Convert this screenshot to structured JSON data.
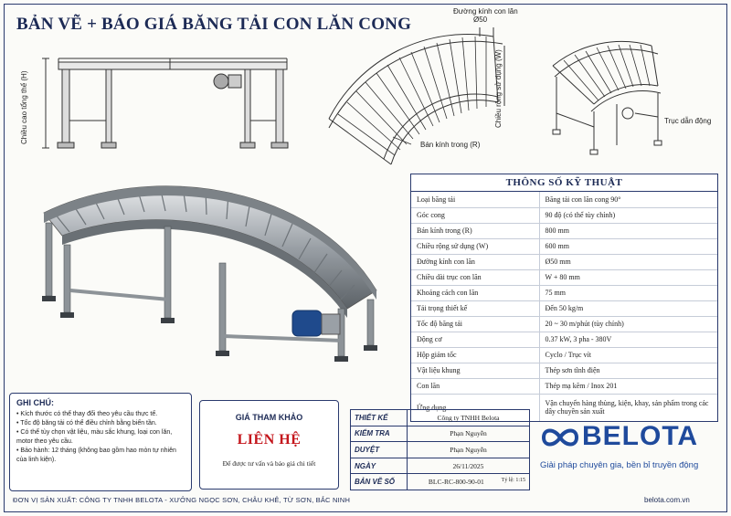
{
  "title": "BẢN VẼ + BÁO GIÁ BĂNG TẢI CON LĂN CONG",
  "drawing_labels": {
    "total_height": "Chiều cao tổng thể (H)",
    "roller_diameter": "Đường kính con lăn",
    "roller_diameter_value": "Ø50",
    "usable_width": "Chiều rộng sử dụng (W)",
    "inner_radius": "Bán kính trong (R)",
    "drive_shaft": "Trục dẫn động"
  },
  "spec": {
    "title": "THÔNG SỐ KỸ THUẬT",
    "rows": [
      {
        "key": "Loại băng tải",
        "value": "Băng tải con lăn cong 90°"
      },
      {
        "key": "Góc cong",
        "value": "90 độ (có thể tùy chỉnh)"
      },
      {
        "key": "Bán kính trong (R)",
        "value": "800 mm"
      },
      {
        "key": "Chiều rộng sử dụng (W)",
        "value": "600 mm"
      },
      {
        "key": "Đường kính con lăn",
        "value": "Ø50 mm"
      },
      {
        "key": "Chiều dài trục con lăn",
        "value": "W + 80 mm"
      },
      {
        "key": "Khoảng cách con lăn",
        "value": "75 mm"
      },
      {
        "key": "Tải trọng thiết kế",
        "value": "Đến 50 kg/m"
      },
      {
        "key": "Tốc độ băng tải",
        "value": "20 ~ 30 m/phút (tùy chỉnh)"
      },
      {
        "key": "Động cơ",
        "value": "0.37 kW, 3 pha - 380V"
      },
      {
        "key": "Hộp giảm tốc",
        "value": "Cyclo / Trục vít"
      },
      {
        "key": "Vật liệu khung",
        "value": "Thép sơn tĩnh điện"
      },
      {
        "key": "Con lăn",
        "value": "Thép mạ kẽm / Inox 201"
      },
      {
        "key": "Ứng dụng",
        "value": "Vận chuyển hàng thùng, kiện, khay, sản phẩm trong các dây chuyền sản xuất"
      }
    ]
  },
  "notes": {
    "title": "GHI CHÚ:",
    "items": [
      "Kích thước có thể thay đổi theo yêu cầu thực tế.",
      "Tốc độ băng tải có thể điều chỉnh bằng biến tần.",
      "Có thể tùy chọn vật liệu, màu sắc khung, loại con lăn, motor theo yêu cầu.",
      "Bảo hành: 12 tháng (không bao gồm hao mòn tự nhiên của linh kiện)."
    ]
  },
  "price": {
    "label": "GIÁ THAM KHẢO",
    "value": "LIÊN HỆ",
    "note": "Để được tư vấn và báo giá chi tiết"
  },
  "signoff": {
    "rows": [
      {
        "key": "THIẾT KẾ",
        "value": "Công ty TNHH Belota"
      },
      {
        "key": "KIỂM TRA",
        "value": "Phạn Nguyễn"
      },
      {
        "key": "DUYỆT",
        "value": "Phạn Nguyễn"
      },
      {
        "key": "NGÀY",
        "value": "26/11/2025"
      },
      {
        "key": "BẢN VẼ SỐ",
        "value": "BLC-RC-800-90-01"
      }
    ],
    "scale": "Tỷ lệ: 1:15"
  },
  "brand": {
    "name": "BELOTA",
    "tagline": "Giải pháp chuyên gia, bền bỉ truyền động",
    "color": "#1f4a9c"
  },
  "footer": {
    "left": "ĐƠN VỊ SẢN XUẤT: CÔNG TY TNHH BELOTA - XƯỞNG NGỌC SƠN, CHÂU KHÊ, TỪ SƠN, BẮC NINH",
    "right": "belota.com.vn"
  }
}
